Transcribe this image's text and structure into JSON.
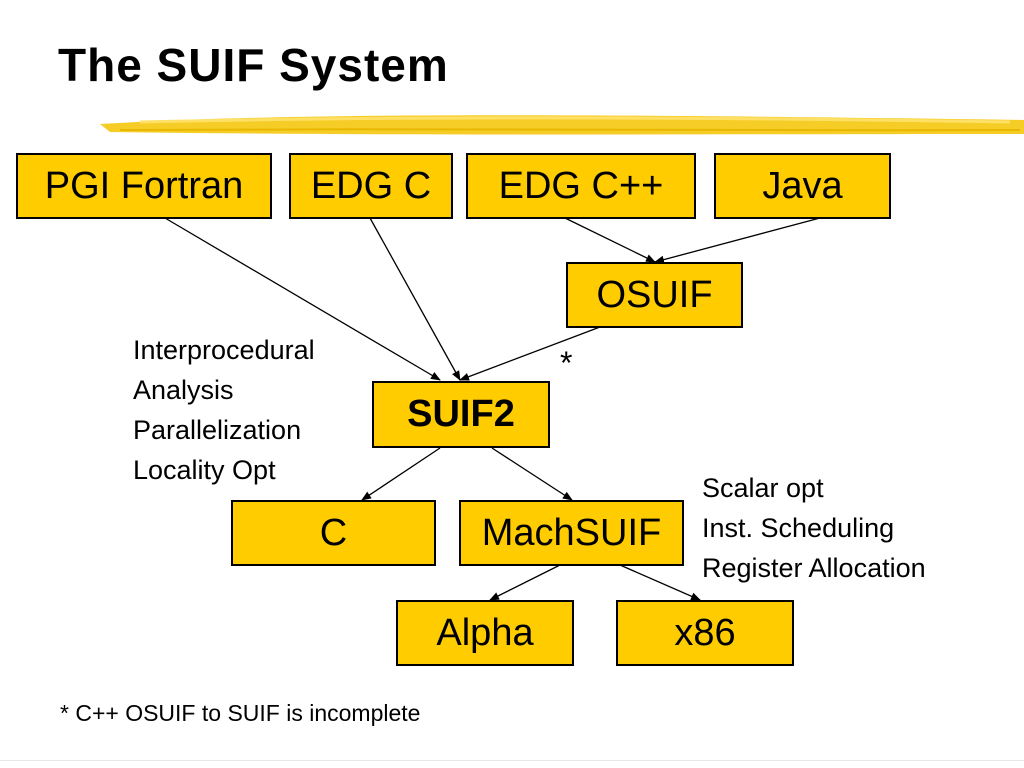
{
  "slide": {
    "title": "The SUIF System",
    "colors": {
      "box_fill": "#FFCC00",
      "underline": "#F5C400",
      "border": "#000000"
    }
  },
  "diagram": {
    "nodes": {
      "pgi_fortran": "PGI Fortran",
      "edg_c": "EDG C",
      "edg_cpp": "EDG C++",
      "java": "Java",
      "osuif": "OSUIF",
      "suif2": "SUIF2",
      "c": "C",
      "machsuif": "MachSUIF",
      "alpha": "Alpha",
      "x86": "x86"
    },
    "edges": [
      [
        "pgi_fortran",
        "suif2"
      ],
      [
        "edg_c",
        "suif2"
      ],
      [
        "edg_cpp",
        "osuif"
      ],
      [
        "java",
        "osuif"
      ],
      [
        "osuif",
        "suif2"
      ],
      [
        "suif2",
        "c"
      ],
      [
        "suif2",
        "machsuif"
      ],
      [
        "machsuif",
        "alpha"
      ],
      [
        "machsuif",
        "x86"
      ]
    ],
    "osuif_edge_marker": "*",
    "suif2_notes": [
      "Interprocedural",
      "Analysis",
      "Parallelization",
      "Locality Opt"
    ],
    "machsuif_notes": [
      "Scalar opt",
      "Inst. Scheduling",
      "Register Allocation"
    ]
  },
  "footnote": "* C++ OSUIF to SUIF is incomplete"
}
